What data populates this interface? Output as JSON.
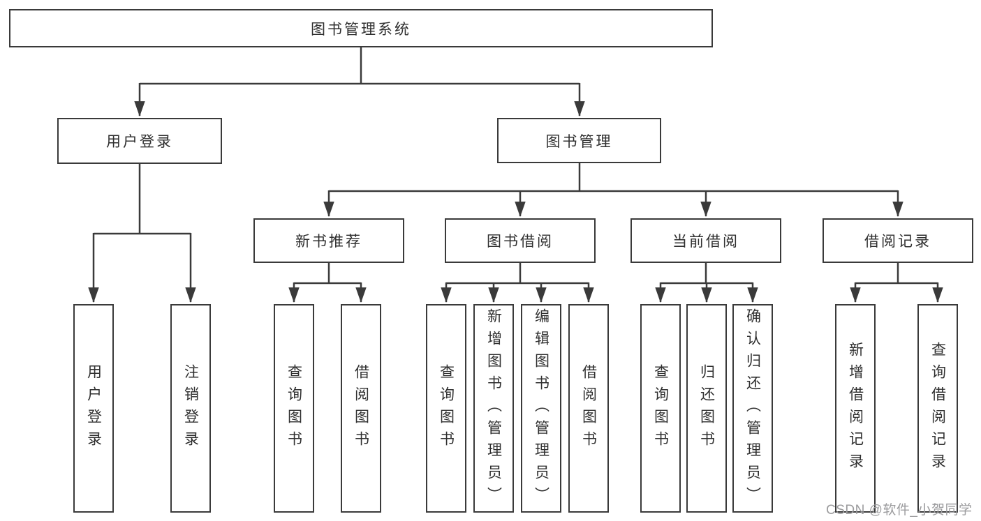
{
  "tree": {
    "label": "图书管理系统",
    "children": [
      {
        "label": "用户登录",
        "children": [
          {
            "label": "用户登录"
          },
          {
            "label": "注销登录"
          }
        ]
      },
      {
        "label": "图书管理",
        "children": [
          {
            "label": "新书推荐",
            "children": [
              {
                "label": "查询图书"
              },
              {
                "label": "借阅图书"
              }
            ]
          },
          {
            "label": "图书借阅",
            "children": [
              {
                "label": "查询图书"
              },
              {
                "label": "新增图书（管理员）"
              },
              {
                "label": "编辑图书（管理员）"
              },
              {
                "label": "借阅图书"
              }
            ]
          },
          {
            "label": "当前借阅",
            "children": [
              {
                "label": "查询图书"
              },
              {
                "label": "归还图书"
              },
              {
                "label": "确认归还（管理员）"
              }
            ]
          },
          {
            "label": "借阅记录",
            "children": [
              {
                "label": "新增借阅记录"
              },
              {
                "label": "查询借阅记录"
              }
            ]
          }
        ]
      }
    ]
  },
  "watermark": {
    "text": "CSDN @软件_小贺同学"
  },
  "colors": {
    "line": "#3a3a3a",
    "box_border": "#3a3a3a",
    "text": "#2f2f2f",
    "watermark": "#9b9b9d",
    "background": "#ffffff"
  }
}
